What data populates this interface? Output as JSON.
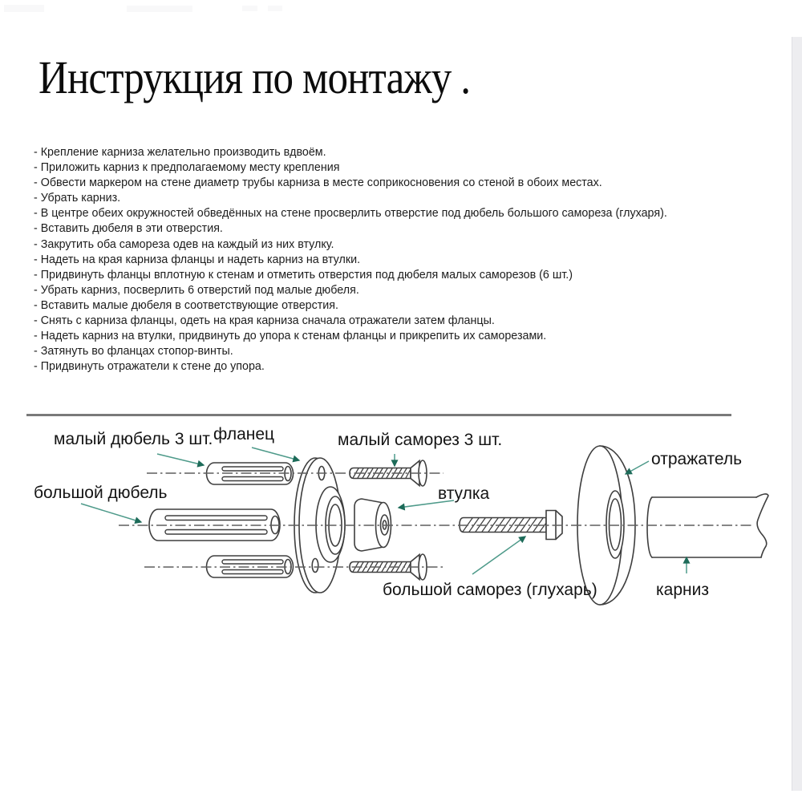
{
  "page": {
    "title": "Инструкция по монтажу ."
  },
  "instructions": {
    "items": [
      "- Крепление карниза желательно производить вдвоём.",
      "- Приложить карниз к предполагаемому месту крепления",
      "- Обвести маркером на стене диаметр трубы карниза в месте соприкосновения со стеной в обоих местах.",
      "- Убрать карниз.",
      "- В центре обеих окружностей обведённых на стене просверлить отверстие под дюбель большого самореза (глухаря).",
      "- Вставить дюбеля в эти отверстия.",
      "- Закрутить оба самореза одев на каждый из них втулку.",
      "- Надеть на края карниза фланцы и надеть карниз на втулки.",
      "- Придвинуть фланцы вплотную к стенам и отметить отверстия под дюбеля малых саморезов (6 шт.)",
      "- Убрать карниз, посверлить 6 отверстий под малые дюбеля.",
      "- Вставить малые дюбеля в соответствующие отверстия.",
      "- Снять с карниза фланцы, одеть на края карниза сначала отражатели затем фланцы.",
      "- Надеть карниз на втулки, придвинуть до упора к стенам фланцы и прикрепить их саморезами.",
      "- Затянуть во фланцах стопор-винты.",
      "- Придвинуть отражатели к стене до упора."
    ]
  },
  "diagram": {
    "labels": {
      "small_dowel": "малый дюбель 3 шт.",
      "flange": "фланец",
      "small_screw": "малый саморез 3 шт.",
      "big_dowel": "большой дюбель",
      "bushing": "втулка",
      "reflector": "отражатель",
      "big_screw": "большой саморез (глухарь)",
      "cornice": "карниз"
    }
  },
  "theme": {
    "arrow_color": "#4e9a8a",
    "arrowhead_color": "#1d6b59",
    "line_color": "#3e3e3e",
    "centerline_color": "#5f5f5f",
    "text_color": "#1d1d1d",
    "divider_color": "#7a7a7a"
  }
}
